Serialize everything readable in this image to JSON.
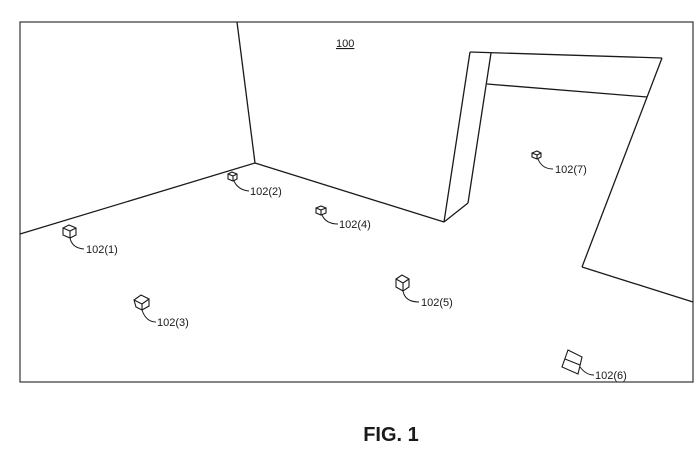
{
  "figure": {
    "reference_numeral": "100",
    "caption": "FIG. 1"
  },
  "devices": [
    {
      "label": "102(1)"
    },
    {
      "label": "102(2)"
    },
    {
      "label": "102(3)"
    },
    {
      "label": "102(4)"
    },
    {
      "label": "102(5)"
    },
    {
      "label": "102(6)"
    },
    {
      "label": "102(7)"
    }
  ],
  "colors": {
    "line": "#1a1a1a",
    "background": "#ffffff"
  }
}
